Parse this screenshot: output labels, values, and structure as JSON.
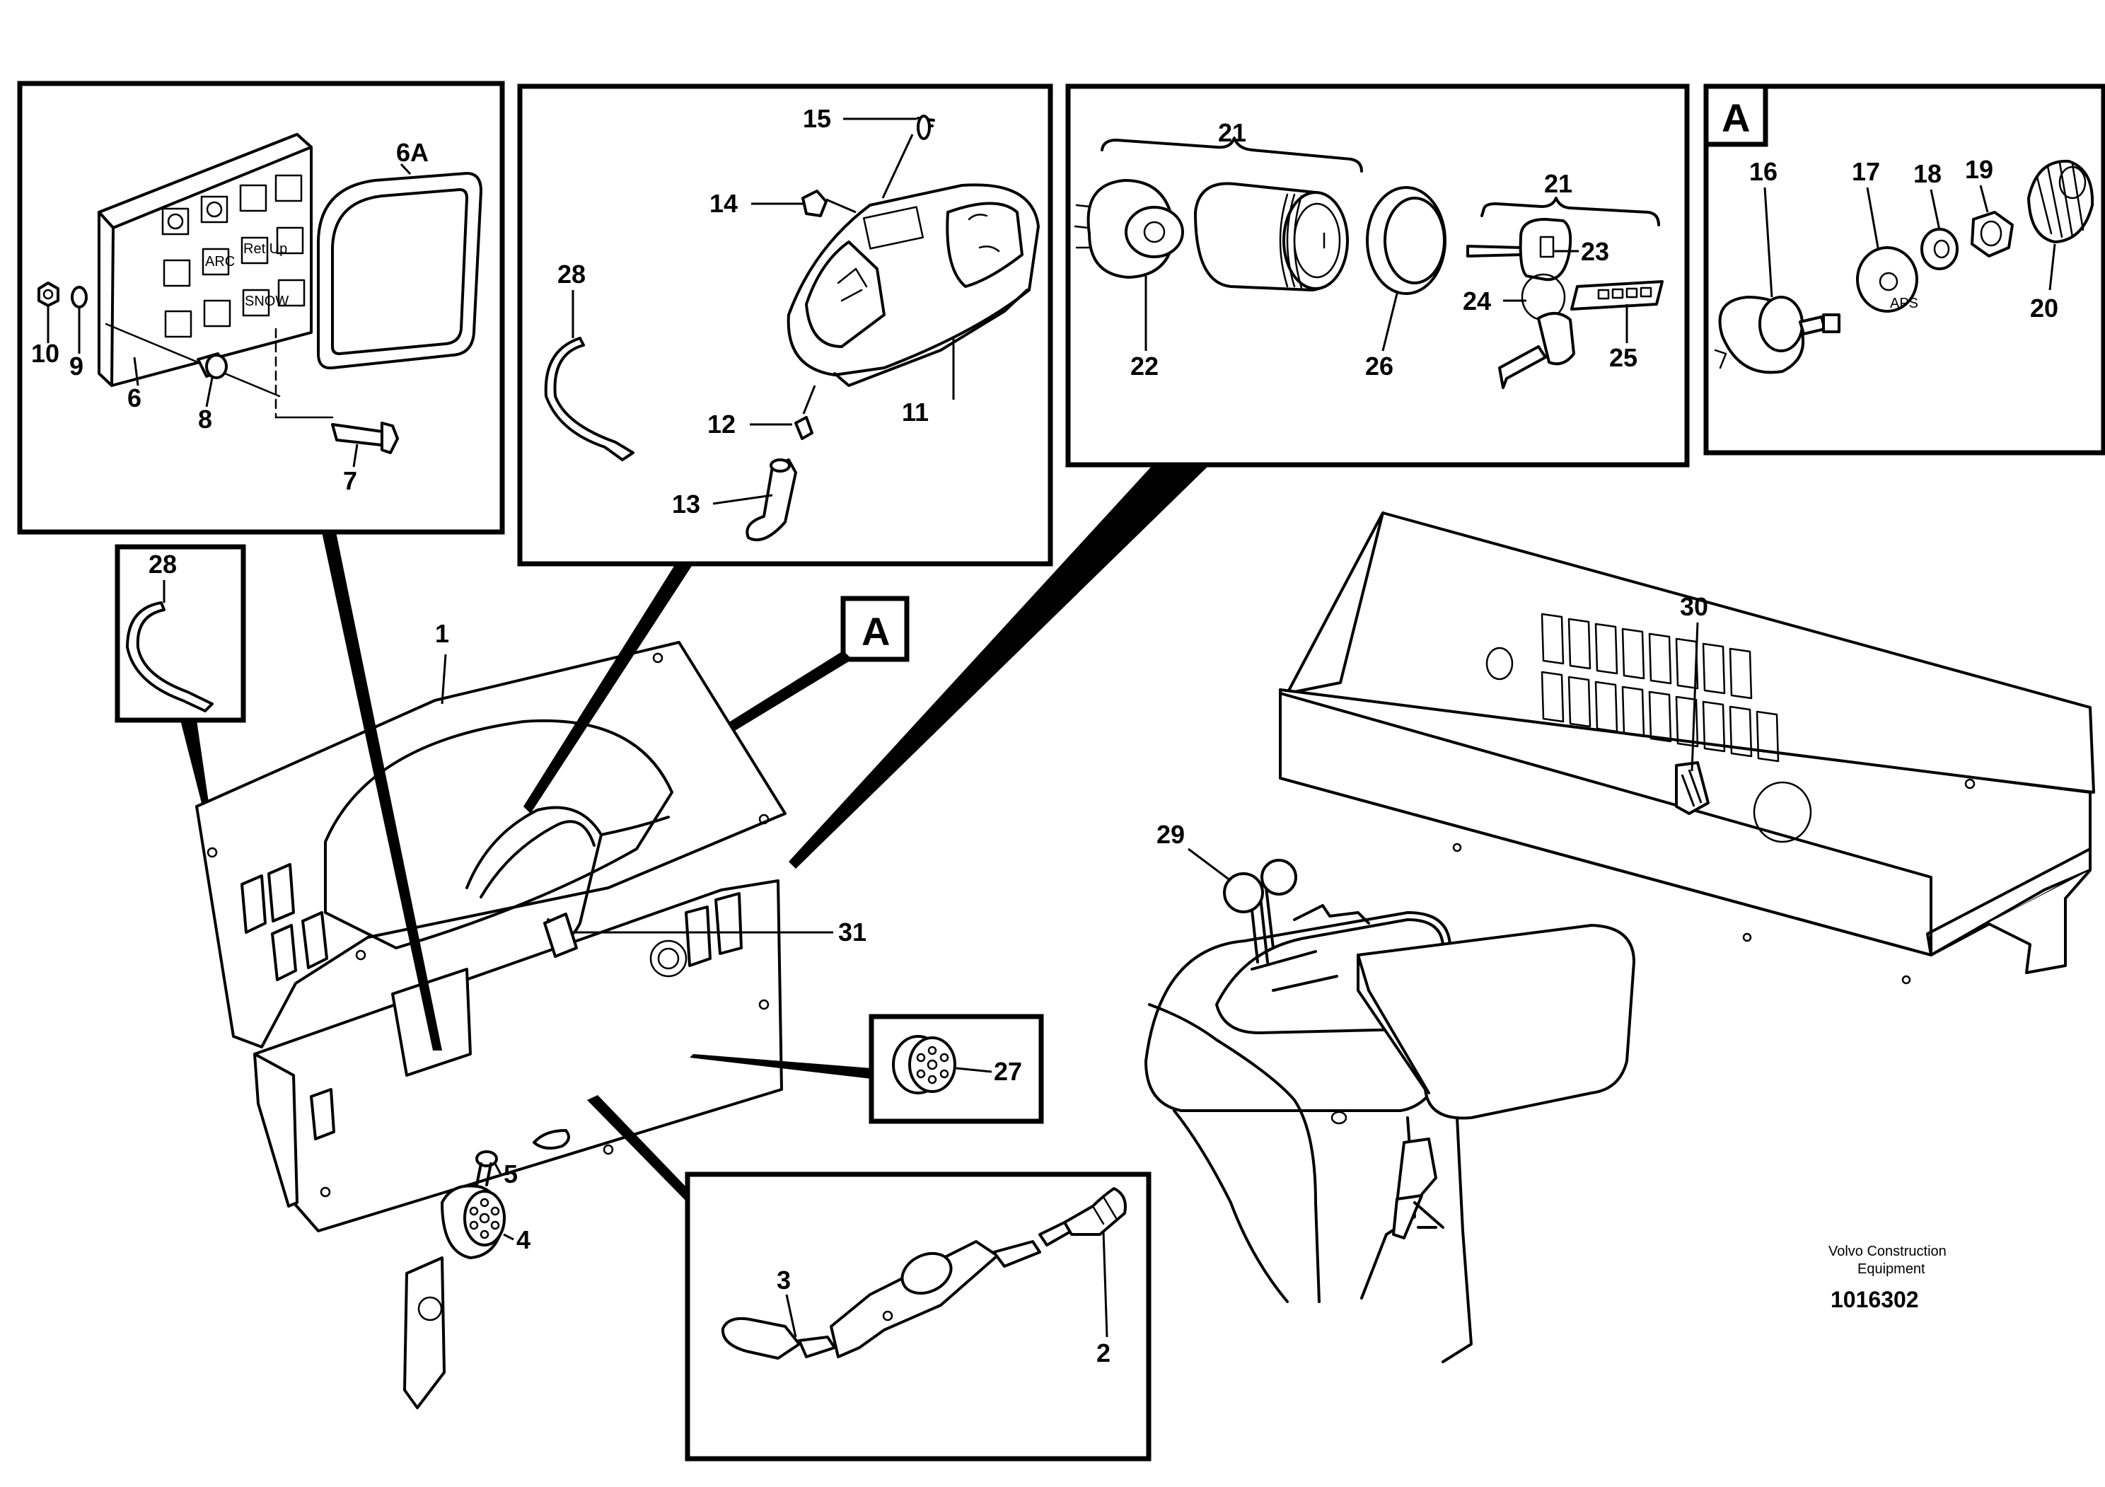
{
  "labels": {
    "l1": "1",
    "l2": "2",
    "l3": "3",
    "l4": "4",
    "l5": "5",
    "l6": "6",
    "l6a": "6A",
    "l7": "7",
    "l8": "8",
    "l9": "9",
    "l10": "10",
    "l11": "11",
    "l12": "12",
    "l13": "13",
    "l14": "14",
    "l15": "15",
    "l16": "16",
    "l17": "17",
    "l18": "18",
    "l19": "19",
    "l20": "20",
    "l21a": "21",
    "l21b": "21",
    "l22": "22",
    "l23": "23",
    "l24": "24",
    "l25": "25",
    "l26": "26",
    "l27": "27",
    "l28a": "28",
    "l28b": "28",
    "l29": "29",
    "l30": "30",
    "l31": "31"
  },
  "detail_marks": {
    "box_a": "A",
    "callout_a": "A"
  },
  "caption": {
    "line1": "Volvo Construction",
    "line2": "Equipment"
  },
  "doc_number": "1016302",
  "keypad_legends": [
    "ARC",
    "Ret Up",
    "SNOW"
  ],
  "plate_text": "APS"
}
